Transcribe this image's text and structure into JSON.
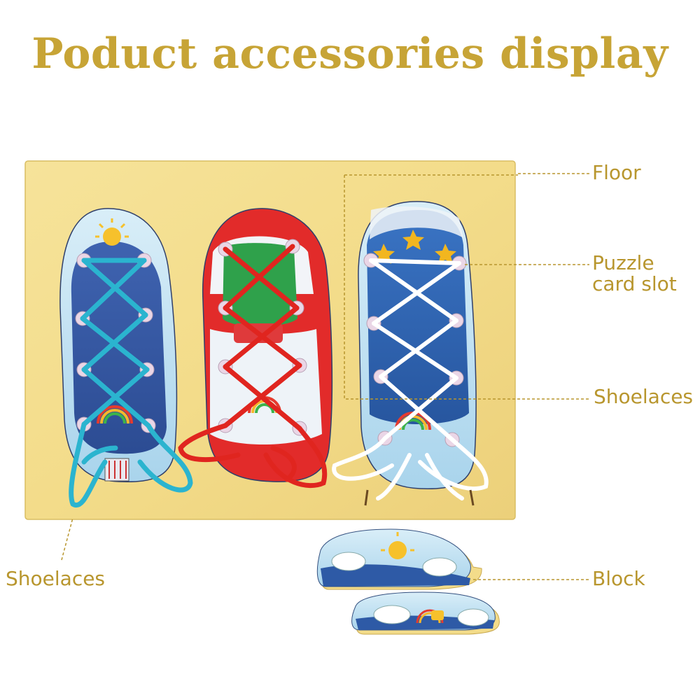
{
  "title": "Poduct accessories display",
  "labels": {
    "floor": "Floor",
    "puzzle_slot_line1": "Puzzle",
    "puzzle_slot_line2": "card slot",
    "shoelaces_right": "Shoelaces",
    "block": "Block",
    "shoelaces_left": "Shoelaces"
  },
  "colors": {
    "title": "#c7a436",
    "callout": "#b8962e",
    "board": "#f3dc8a",
    "lace_blue": "#2bb4cf",
    "lace_red": "#e0251f",
    "lace_white": "#ffffff",
    "peg": "#ead6e6"
  },
  "icons": [
    "sun-icon",
    "star-icon",
    "rainbow-icon"
  ]
}
